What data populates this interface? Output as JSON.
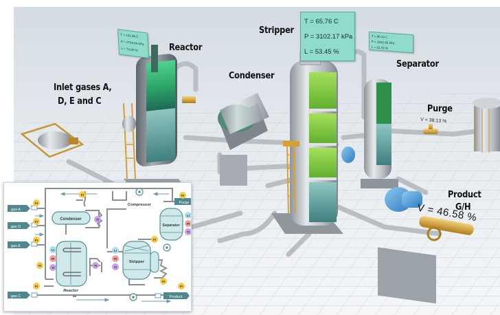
{
  "scene": {
    "labels": {
      "inlet": [
        "Inlet gases A,",
        "D, E    and C"
      ],
      "reactor": "Reactor",
      "condenser": "Condenser",
      "stripper": "Stripper",
      "separator": "Separator",
      "purge": "Purge",
      "product": [
        "Product",
        "G/H"
      ]
    },
    "panels": {
      "reactor": {
        "T": "T = 120.36 C",
        "P": "P = 2704.64 kPa",
        "L": "L = 74.02 %"
      },
      "stripper": {
        "T": "T = 65.76 C",
        "P": "P = 3102.17 kPa",
        "L": "L = 53.45 %"
      },
      "separator": {
        "T": "T = 80.10 C",
        "P": "P = 2632.95 kPa",
        "L": "L = 61.76 %"
      }
    },
    "valves": {
      "purge": "V = 38.13 %",
      "product": "V = 46.58 %"
    },
    "colors": {
      "panel": "#8fdcca",
      "liquid_green": "#3fbf6a",
      "pipe": "#c4c8cc",
      "ladder": "#d8a030",
      "pump": "#4a9ad8"
    }
  },
  "diagram": {
    "inlets": [
      "gas A",
      "gas D",
      "gas E",
      "gas C"
    ],
    "outlets": [
      "Purge",
      "Product"
    ],
    "units": {
      "condenser": "Condenser",
      "compressor": "Compressor",
      "separator": "Separator",
      "reactor": "Reactor",
      "stripper": "Stripper"
    },
    "instruments": {
      "FI": "FI",
      "TI": "TI",
      "PI": "PI",
      "LI": "LI"
    },
    "colors": {
      "FI": "#f6c945",
      "TI": "#c9a0e6",
      "PI": "#f2a0a0",
      "LI": "#a8e0ec",
      "vessel_fill": "#cfe9ea",
      "vessel_stroke": "#4f8f95",
      "pipe": "#8a8f93",
      "tag": "#4f8791"
    }
  }
}
